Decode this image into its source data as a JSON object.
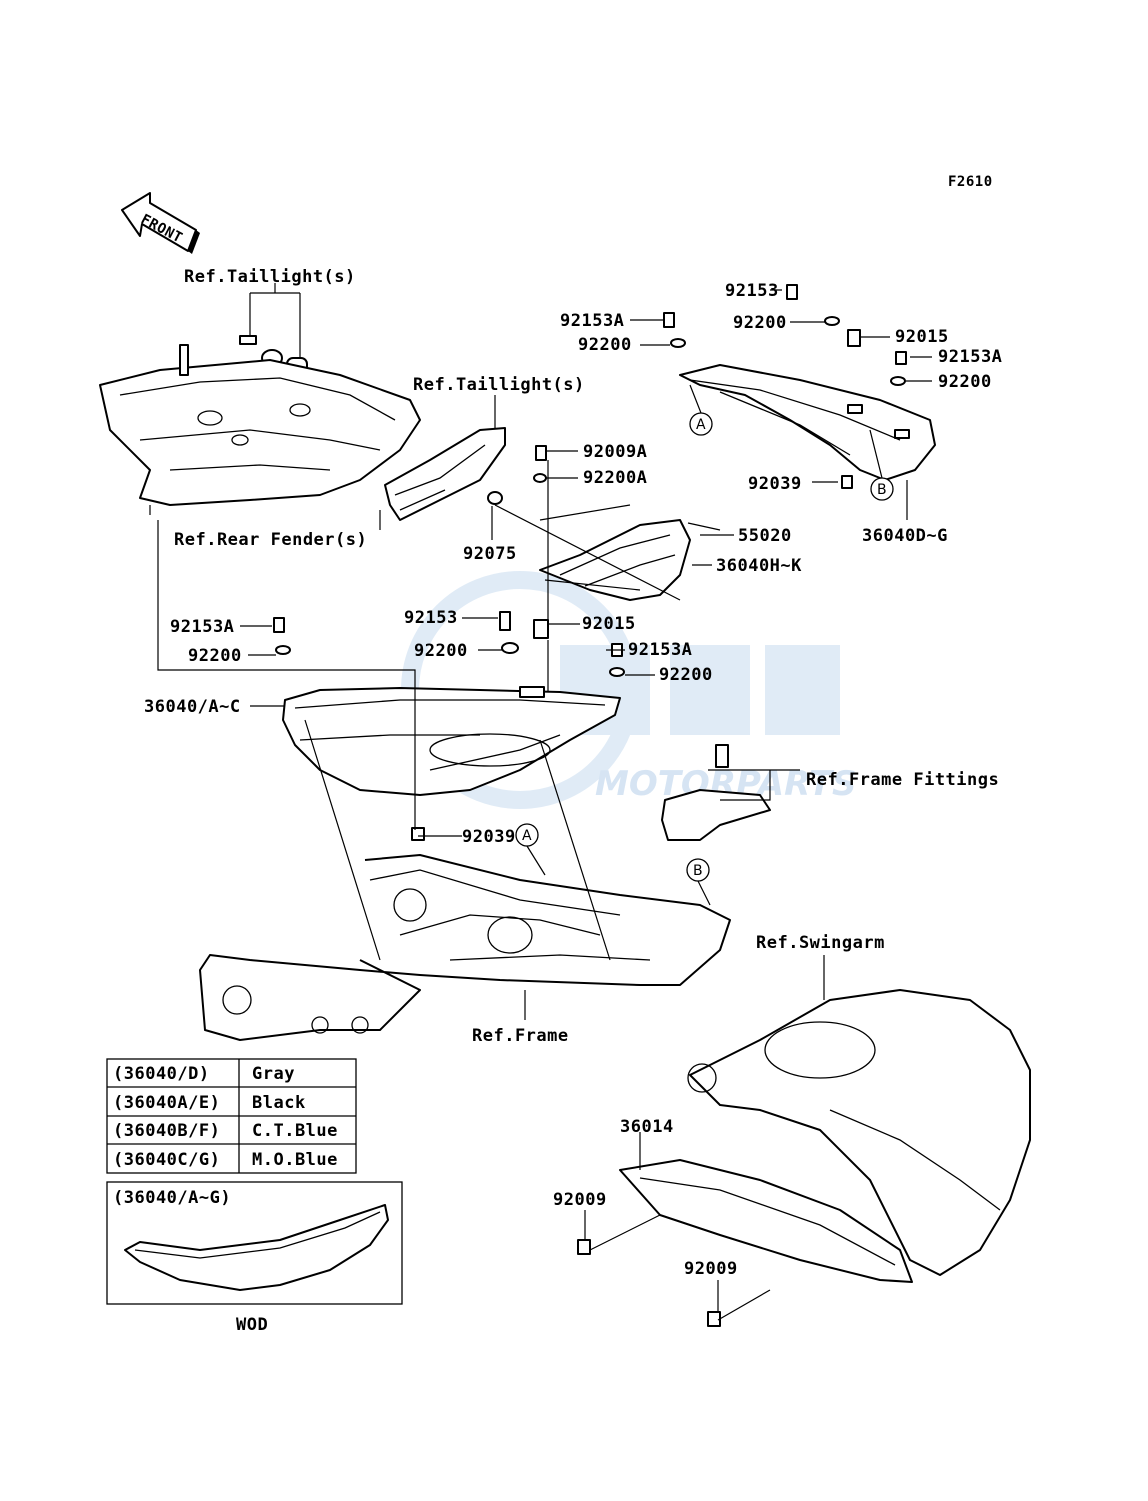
{
  "figure_code": "F2610",
  "front_marker": "FRONT",
  "references": {
    "taillight_1": "Ref.Taillight(s)",
    "taillight_2": "Ref.Taillight(s)",
    "rear_fender": "Ref.Rear Fender(s)",
    "frame_fittings": "Ref.Frame Fittings",
    "swingarm": "Ref.Swingarm",
    "frame": "Ref.Frame"
  },
  "callouts": {
    "a_upper": "A",
    "b_upper": "B",
    "a_lower": "A",
    "b_lower": "B"
  },
  "parts": {
    "p92153_top": "92153",
    "p92153A_1": "92153A",
    "p92200_1": "92200",
    "p92015_1": "92015",
    "p92200_2": "92200",
    "p92153A_2": "92153A",
    "p92200_3": "92200",
    "p92009A": "92009A",
    "p92200A": "92200A",
    "p92039_1": "92039",
    "p36040DG": "36040D~G",
    "p92075": "92075",
    "p55020": "55020",
    "p36040HK": "36040H~K",
    "p92153A_3": "92153A",
    "p92153_mid": "92153",
    "p92015_2": "92015",
    "p92200_4": "92200",
    "p92153A_4": "92153A",
    "p92200_5": "92200",
    "p92200_6": "92200",
    "p36040AC": "36040/A~C",
    "p92039_2": "92039",
    "p36014": "36014",
    "p92009_1": "92009",
    "p92009_2": "92009"
  },
  "color_table": [
    {
      "code": "(36040/D)",
      "color": "Gray"
    },
    {
      "code": "(36040A/E)",
      "color": "Black"
    },
    {
      "code": "(36040B/F)",
      "color": "C.T.Blue"
    },
    {
      "code": "(36040C/G)",
      "color": "M.O.Blue"
    }
  ],
  "inset": {
    "title": "(36040/A~G)",
    "caption": "WOD"
  },
  "watermark": {
    "text": "MOTORPARTS",
    "color": "#cfe0f2"
  }
}
